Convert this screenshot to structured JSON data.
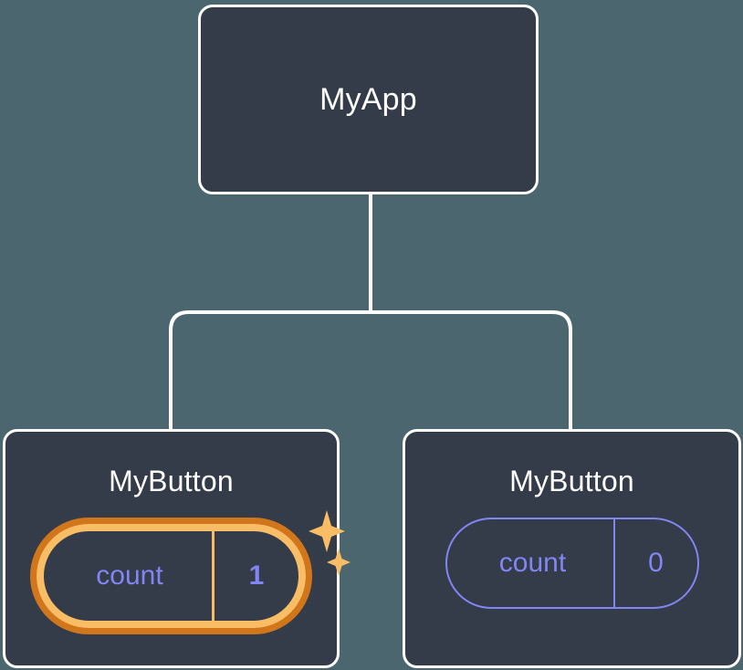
{
  "diagram": {
    "type": "component-tree",
    "title_semantic": "react-component-tree-with-state",
    "background_color": "#4c666f",
    "node_fill_color": "#343b49",
    "node_border_color": "#ffffff",
    "connector_color": "#ffffff",
    "state_text_color": "#8186f3",
    "highlight_outer_color": "#d1761b",
    "highlight_inner_color": "#f9bd65",
    "sparkle_color": "#f9bd65"
  },
  "nodes": {
    "root": {
      "label": "MyApp"
    },
    "child_left": {
      "label": "MyButton",
      "state": {
        "key": "count",
        "value": "1"
      },
      "highlighted": true,
      "sparkles": [
        "sparkle-large",
        "sparkle-small"
      ]
    },
    "child_right": {
      "label": "MyButton",
      "state": {
        "key": "count",
        "value": "0"
      },
      "highlighted": false
    }
  },
  "edges": [
    {
      "from": "root",
      "to": "child_left"
    },
    {
      "from": "root",
      "to": "child_right"
    }
  ]
}
